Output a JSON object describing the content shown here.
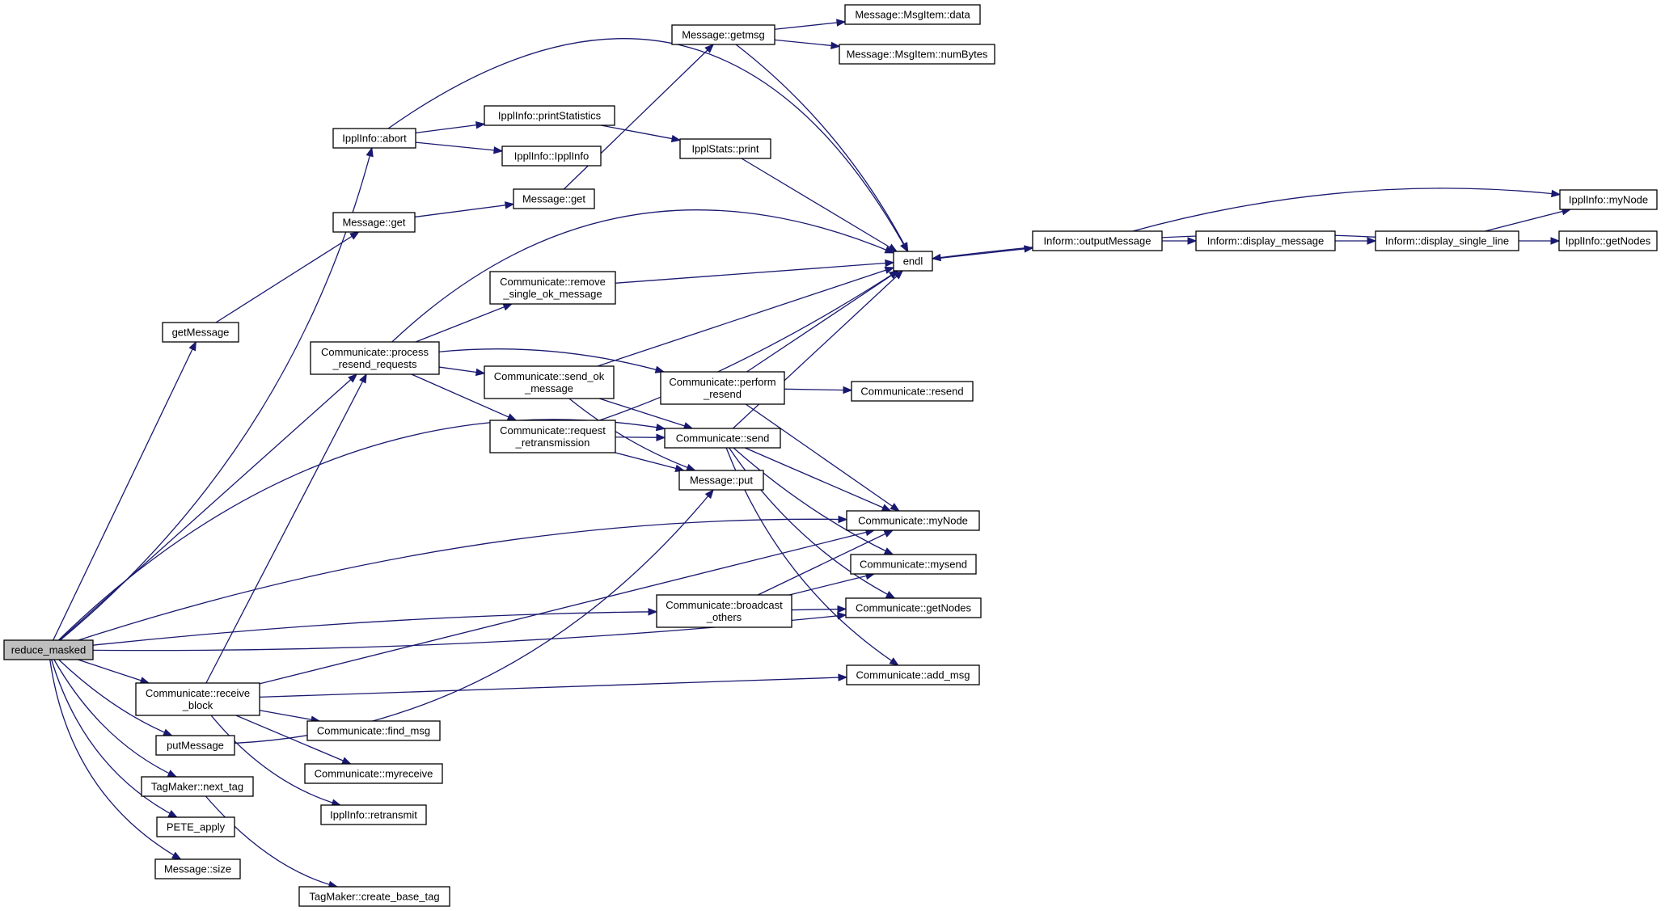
{
  "colors": {
    "edge": "#191970",
    "node_border": "#000000",
    "root_fill": "#bfbfbf",
    "background": "#ffffff"
  },
  "nodes": [
    {
      "id": "reduce_masked",
      "lines": [
        "reduce_masked"
      ]
    },
    {
      "id": "ippl_abort",
      "lines": [
        "IpplInfo::abort"
      ]
    },
    {
      "id": "message_get",
      "lines": [
        "Message::get"
      ]
    },
    {
      "id": "get_message",
      "lines": [
        "getMessage"
      ]
    },
    {
      "id": "process_resend",
      "lines": [
        "Communicate::process",
        "_resend_requests"
      ]
    },
    {
      "id": "receive_block",
      "lines": [
        "Communicate::receive",
        "_block"
      ]
    },
    {
      "id": "put_message",
      "lines": [
        "putMessage"
      ]
    },
    {
      "id": "next_tag",
      "lines": [
        "TagMaker::next_tag"
      ]
    },
    {
      "id": "pete_apply",
      "lines": [
        "PETE_apply"
      ]
    },
    {
      "id": "message_size",
      "lines": [
        "Message::size"
      ]
    },
    {
      "id": "create_base_tag",
      "lines": [
        "TagMaker::create_base_tag"
      ]
    },
    {
      "id": "print_statistics",
      "lines": [
        "IpplInfo::printStatistics"
      ]
    },
    {
      "id": "ippl_info_ctor",
      "lines": [
        "IpplInfo::IpplInfo"
      ]
    },
    {
      "id": "message_get2",
      "lines": [
        "Message::get"
      ]
    },
    {
      "id": "getmsg",
      "lines": [
        "Message::getmsg"
      ]
    },
    {
      "id": "msgitem_data",
      "lines": [
        "Message::MsgItem::data"
      ]
    },
    {
      "id": "msgitem_numbytes",
      "lines": [
        "Message::MsgItem::numBytes"
      ]
    },
    {
      "id": "ipplstats_print",
      "lines": [
        "IpplStats::print"
      ]
    },
    {
      "id": "remove_single_ok",
      "lines": [
        "Communicate::remove",
        "_single_ok_message"
      ]
    },
    {
      "id": "send_ok_message",
      "lines": [
        "Communicate::send_ok",
        "_message"
      ]
    },
    {
      "id": "request_retrans",
      "lines": [
        "Communicate::request",
        "_retransmission"
      ]
    },
    {
      "id": "perform_resend",
      "lines": [
        "Communicate::perform",
        "_resend"
      ]
    },
    {
      "id": "comm_send",
      "lines": [
        "Communicate::send"
      ]
    },
    {
      "id": "message_put",
      "lines": [
        "Message::put"
      ]
    },
    {
      "id": "comm_resend",
      "lines": [
        "Communicate::resend"
      ]
    },
    {
      "id": "endl",
      "lines": [
        "endl"
      ]
    },
    {
      "id": "comm_mynode",
      "lines": [
        "Communicate::myNode"
      ]
    },
    {
      "id": "comm_mysend",
      "lines": [
        "Communicate::mysend"
      ]
    },
    {
      "id": "comm_getnodes",
      "lines": [
        "Communicate::getNodes"
      ]
    },
    {
      "id": "comm_add_msg",
      "lines": [
        "Communicate::add_msg"
      ]
    },
    {
      "id": "broadcast_others",
      "lines": [
        "Communicate::broadcast",
        "_others"
      ]
    },
    {
      "id": "find_msg",
      "lines": [
        "Communicate::find_msg"
      ]
    },
    {
      "id": "myreceive",
      "lines": [
        "Communicate::myreceive"
      ]
    },
    {
      "id": "ippl_retransmit",
      "lines": [
        "IpplInfo::retransmit"
      ]
    },
    {
      "id": "output_message",
      "lines": [
        "Inform::outputMessage"
      ]
    },
    {
      "id": "display_message",
      "lines": [
        "Inform::display_message"
      ]
    },
    {
      "id": "display_single_line",
      "lines": [
        "Inform::display_single_line"
      ]
    },
    {
      "id": "ippl_mynode",
      "lines": [
        "IpplInfo::myNode"
      ]
    },
    {
      "id": "ippl_getnodes",
      "lines": [
        "IpplInfo::getNodes"
      ]
    }
  ],
  "edges": [
    [
      "reduce_masked",
      "ippl_abort"
    ],
    [
      "reduce_masked",
      "get_message"
    ],
    [
      "reduce_masked",
      "process_resend"
    ],
    [
      "reduce_masked",
      "comm_send"
    ],
    [
      "reduce_masked",
      "comm_mynode"
    ],
    [
      "reduce_masked",
      "broadcast_others"
    ],
    [
      "reduce_masked",
      "comm_getnodes"
    ],
    [
      "reduce_masked",
      "receive_block"
    ],
    [
      "reduce_masked",
      "put_message"
    ],
    [
      "reduce_masked",
      "next_tag"
    ],
    [
      "reduce_masked",
      "pete_apply"
    ],
    [
      "reduce_masked",
      "message_size"
    ],
    [
      "ippl_abort",
      "print_statistics"
    ],
    [
      "ippl_abort",
      "ippl_info_ctor"
    ],
    [
      "ippl_abort",
      "endl"
    ],
    [
      "get_message",
      "message_get"
    ],
    [
      "message_get",
      "message_get2"
    ],
    [
      "message_get2",
      "getmsg"
    ],
    [
      "getmsg",
      "msgitem_data"
    ],
    [
      "getmsg",
      "msgitem_numbytes"
    ],
    [
      "getmsg",
      "endl"
    ],
    [
      "print_statistics",
      "ipplstats_print"
    ],
    [
      "ipplstats_print",
      "endl"
    ],
    [
      "process_resend",
      "endl"
    ],
    [
      "process_resend",
      "remove_single_ok"
    ],
    [
      "process_resend",
      "send_ok_message"
    ],
    [
      "process_resend",
      "perform_resend"
    ],
    [
      "process_resend",
      "request_retrans"
    ],
    [
      "remove_single_ok",
      "endl"
    ],
    [
      "send_ok_message",
      "endl"
    ],
    [
      "send_ok_message",
      "comm_send"
    ],
    [
      "send_ok_message",
      "message_put"
    ],
    [
      "request_retrans",
      "endl"
    ],
    [
      "request_retrans",
      "comm_send"
    ],
    [
      "request_retrans",
      "message_put"
    ],
    [
      "perform_resend",
      "endl"
    ],
    [
      "perform_resend",
      "comm_resend"
    ],
    [
      "perform_resend",
      "comm_mynode"
    ],
    [
      "comm_send",
      "endl"
    ],
    [
      "comm_send",
      "comm_mynode"
    ],
    [
      "comm_send",
      "comm_mysend"
    ],
    [
      "comm_send",
      "comm_getnodes"
    ],
    [
      "comm_send",
      "comm_add_msg"
    ],
    [
      "broadcast_others",
      "comm_mynode"
    ],
    [
      "broadcast_others",
      "comm_mysend"
    ],
    [
      "broadcast_others",
      "comm_getnodes"
    ],
    [
      "receive_block",
      "process_resend"
    ],
    [
      "receive_block",
      "comm_mynode"
    ],
    [
      "receive_block",
      "comm_add_msg"
    ],
    [
      "receive_block",
      "find_msg"
    ],
    [
      "receive_block",
      "myreceive"
    ],
    [
      "receive_block",
      "ippl_retransmit"
    ],
    [
      "put_message",
      "message_put"
    ],
    [
      "next_tag",
      "create_base_tag"
    ],
    [
      "endl",
      "output_message"
    ],
    [
      "output_message",
      "display_message"
    ],
    [
      "output_message",
      "ippl_mynode"
    ],
    [
      "display_message",
      "display_single_line"
    ],
    [
      "display_single_line",
      "endl"
    ],
    [
      "display_single_line",
      "ippl_mynode"
    ],
    [
      "display_single_line",
      "ippl_getnodes"
    ]
  ]
}
